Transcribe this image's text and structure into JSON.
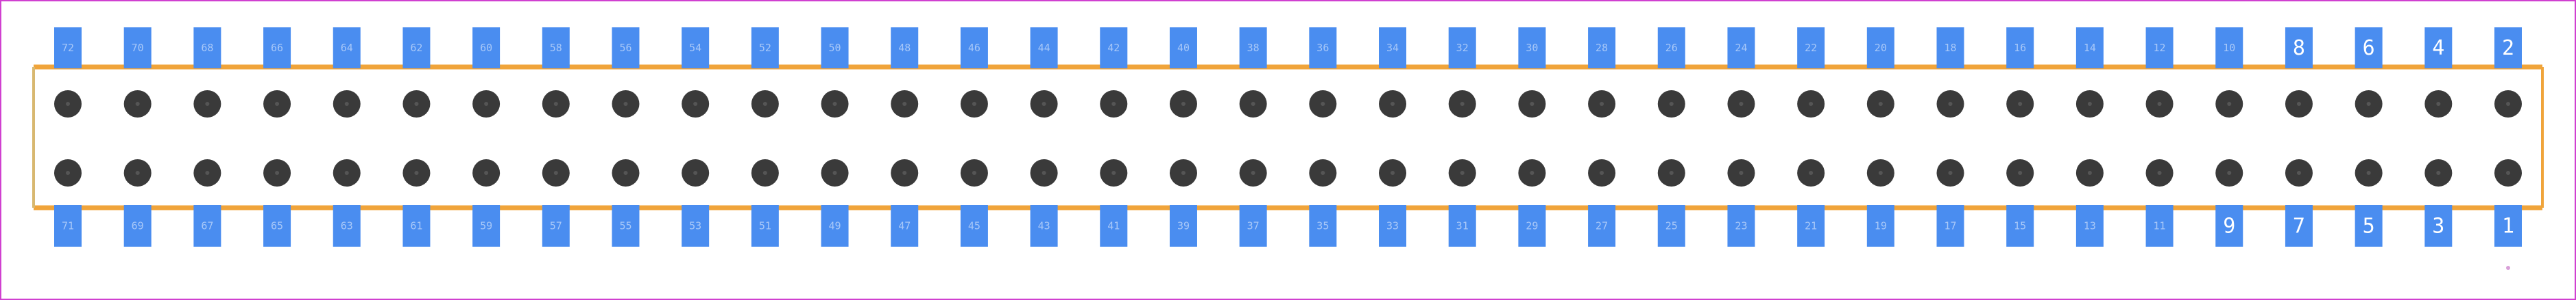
{
  "footprint": {
    "top_pads": [
      "72",
      "70",
      "68",
      "66",
      "64",
      "62",
      "60",
      "58",
      "56",
      "54",
      "52",
      "50",
      "48",
      "46",
      "44",
      "42",
      "40",
      "38",
      "36",
      "34",
      "32",
      "30",
      "28",
      "26",
      "24",
      "22",
      "20",
      "18",
      "16",
      "14",
      "12",
      "10",
      "8",
      "6",
      "4",
      "2"
    ],
    "bottom_pads": [
      "71",
      "69",
      "67",
      "65",
      "63",
      "61",
      "59",
      "57",
      "55",
      "53",
      "51",
      "49",
      "47",
      "45",
      "43",
      "41",
      "39",
      "37",
      "35",
      "33",
      "31",
      "29",
      "27",
      "25",
      "23",
      "21",
      "19",
      "17",
      "15",
      "13",
      "11",
      "9",
      "7",
      "5",
      "3",
      "1"
    ],
    "hole_rows": 2,
    "colors": {
      "border": "#d040d0",
      "outline": "#f0a43a",
      "outline_left": "#d8b870",
      "pad": "#4a8df0",
      "pad_text": "#a8c8f8",
      "pad_text_bright": "#ffffff",
      "hole_outer": "#3a3a3a",
      "hole_inner": "#555555",
      "background": "#ffffff",
      "marker": "#d9a0d9"
    },
    "pin1_marker_icon": "origin-dot-icon"
  }
}
